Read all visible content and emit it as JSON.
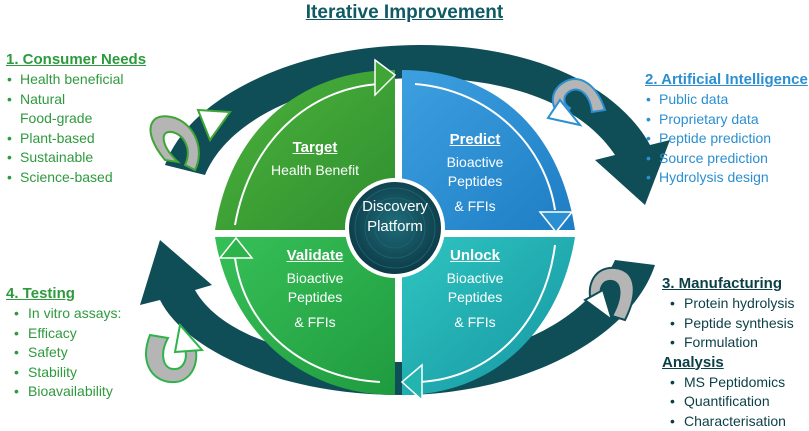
{
  "title": "Iterative Improvement",
  "center": {
    "line1": "Discovery",
    "line2": "Platform"
  },
  "quadrants": {
    "target": {
      "heading": "Target",
      "lines": [
        "Health Benefit"
      ]
    },
    "predict": {
      "heading": "Predict",
      "lines": [
        "Bioactive",
        "Peptides",
        "& FFIs"
      ]
    },
    "validate": {
      "heading": "Validate",
      "lines": [
        "Bioactive",
        "Peptides",
        "& FFIs"
      ]
    },
    "unlock": {
      "heading": "Unlock",
      "lines": [
        "Bioactive",
        "Peptides",
        "& FFIs"
      ]
    }
  },
  "consumer_needs": {
    "heading": "1. Consumer Needs",
    "items": [
      "Health beneficial",
      "Natural",
      "Food-grade",
      "Plant-based",
      "Sustainable",
      "Science-based"
    ]
  },
  "ai": {
    "heading": "2. Artificial Intelligence",
    "items": [
      "Public data",
      "Proprietary data",
      "Peptide prediction",
      "Source prediction",
      "Hydrolysis design"
    ]
  },
  "manufacturing": {
    "heading": "3. Manufacturing",
    "items": [
      "Protein hydrolysis",
      "Peptide synthesis",
      "Formulation"
    ],
    "analysis_heading": "Analysis",
    "analysis_items": [
      "MS Peptidomics",
      "Quantification",
      "Characterisation"
    ]
  },
  "testing": {
    "heading": "4. Testing",
    "intro": "In vitro assays:",
    "items": [
      "Efficacy",
      "Safety",
      "Stability",
      "Bioavailability"
    ]
  },
  "colors": {
    "title": "#0f5a64",
    "target": "#3fa535",
    "predict": "#2b8fd1",
    "validate": "#2eb34a",
    "unlock": "#22b5b0",
    "ring": "#0f4e57",
    "center": "#0e3f4a"
  }
}
